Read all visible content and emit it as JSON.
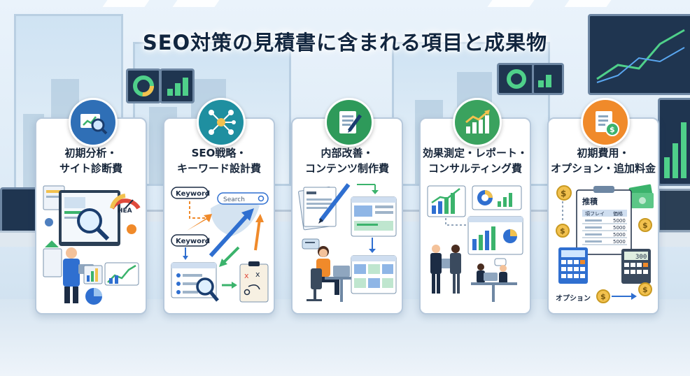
{
  "title": "SEO対策の見積書に含まれる項目と成果物",
  "colors": {
    "badge_blue": "#2f6fb6",
    "badge_teal": "#1f8fa0",
    "badge_green": "#2e9a5a",
    "badge_green2": "#3aa25e",
    "badge_orange": "#f08a2a",
    "accent_green": "#3bb36c",
    "accent_blue": "#2f6fd0"
  },
  "cards": [
    {
      "title_line1": "初期分析・",
      "title_line2": "サイト診断費",
      "icon": "magnifier-chart-icon",
      "labels": {
        "gauge": "HEA"
      }
    },
    {
      "title_line1": "SEO戦略・",
      "title_line2": "キーワード設計費",
      "icon": "network-nodes-icon",
      "labels": {
        "keyword1": "Keyword",
        "keyword2": "Keyword",
        "search": "Search"
      }
    },
    {
      "title_line1": "内部改善・",
      "title_line2": "コンテンツ制作費",
      "icon": "document-pen-icon",
      "labels": {}
    },
    {
      "title_line1": "効果測定・レポート・",
      "title_line2": "コンサルティング費",
      "icon": "growth-chart-icon",
      "labels": {}
    },
    {
      "title_line1": "初期費用・",
      "title_line2": "オプション・追加料金",
      "icon": "invoice-coin-icon",
      "labels": {
        "estimate": "推積",
        "col1": "項フレイ",
        "col2": "価格",
        "v1": "5000",
        "v2": "5000",
        "v3": "5000",
        "v4": "5000",
        "calc": "300",
        "option": "オプション"
      }
    }
  ]
}
